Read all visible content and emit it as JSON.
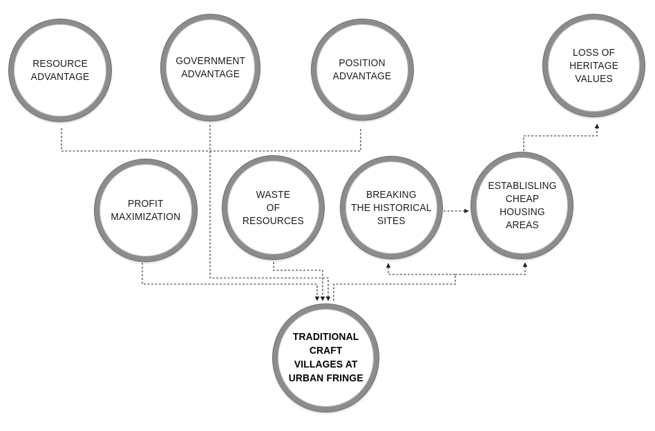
{
  "nodes": {
    "resource": "RESOURCE\nADVANTAGE",
    "government": "GOVERNMENT\nADVANTAGE",
    "position": "POSITION\nADVANTAGE",
    "loss": "LOSS OF\nHERITAGE\nVALUES",
    "profit": "PROFIT\nMAXIMIZATION",
    "waste": "WASTE\nOF\nRESOURCES",
    "breaking": "BREAKING\nTHE HISTORICAL\nSITES",
    "establishing": "ESTABLISLING\nCHEAP\nHOUSING\nAREAS",
    "traditional": "TRADITIONAL\nCRAFT\nVILLAGES AT\nURBAN FRINGE"
  },
  "colors": {
    "ring": "#8c8c8c",
    "connector": "#222222",
    "text": "#1a1a1a"
  }
}
